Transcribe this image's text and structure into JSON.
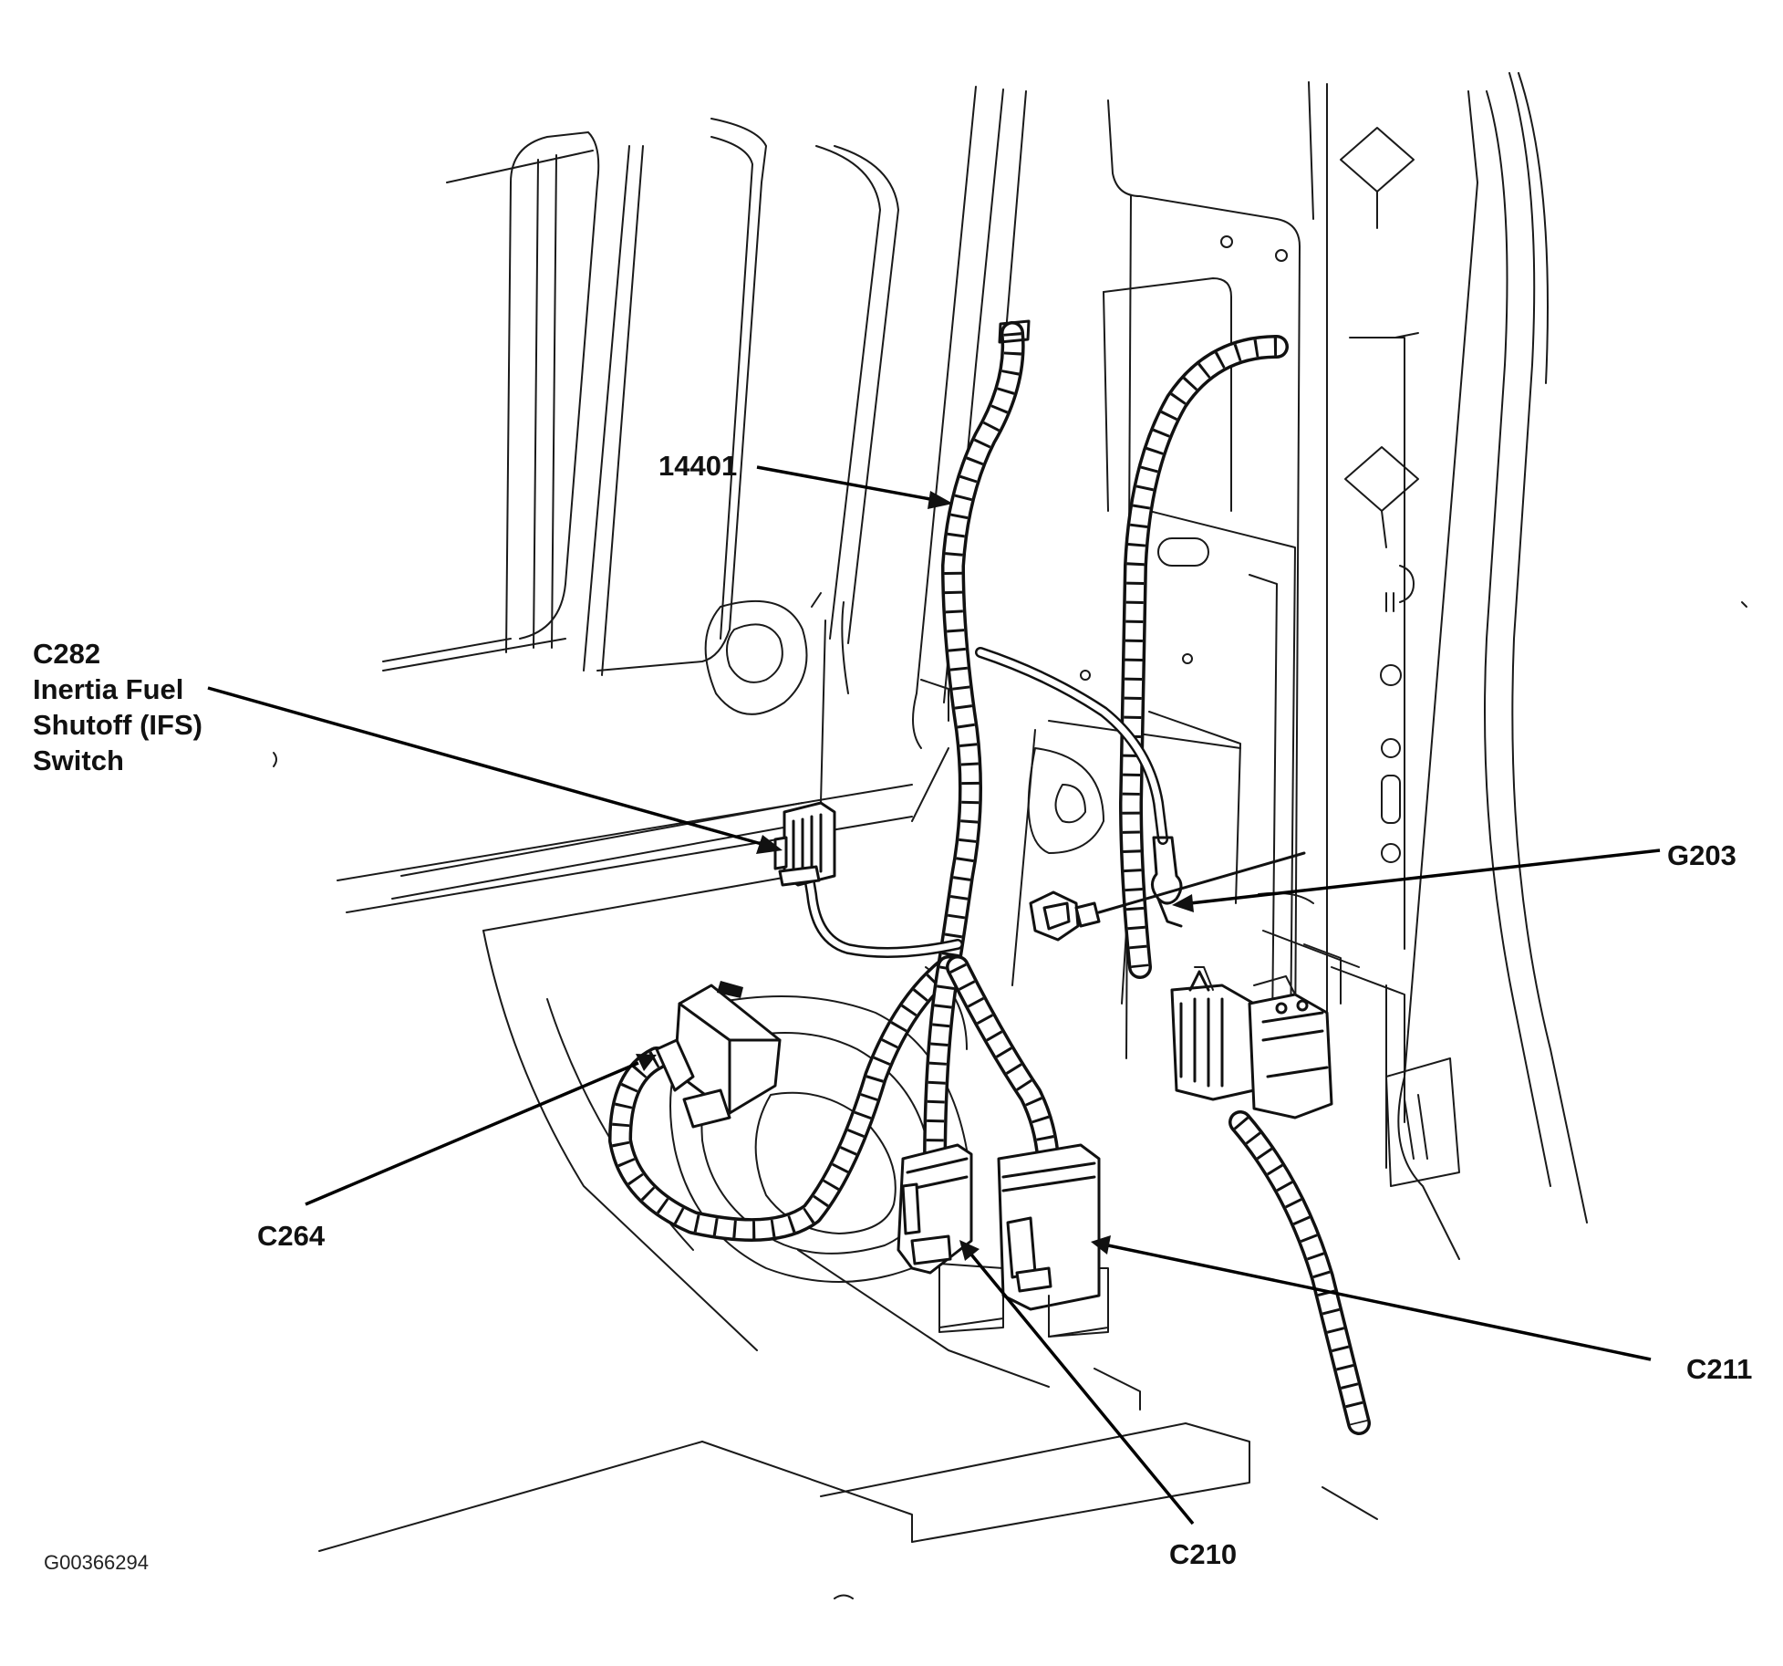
{
  "labels": {
    "harness": "14401",
    "c282_id": "C282",
    "c282_line1": "Inertia Fuel",
    "c282_line2": "Shutoff (IFS)",
    "c282_line3": "Switch",
    "g203": "G203",
    "c264": "C264",
    "c211": "C211",
    "c210": "C210"
  },
  "figure_id": "G00366294",
  "colors": {
    "ink": "#111111",
    "background": "#ffffff"
  }
}
